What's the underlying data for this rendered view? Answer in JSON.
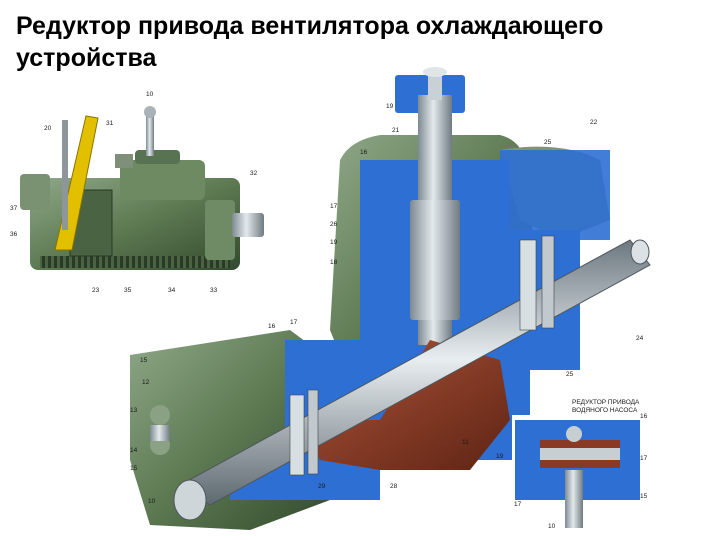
{
  "title": "Редуктор привода вентилятора охлаждающего устройства",
  "inset": {
    "caption_line1": "РЕДУКТОР ПРИВОДА",
    "caption_line2": "ВОДЯНОГО НАСОСА"
  },
  "callouts": {
    "c1": "10",
    "c2": "20",
    "c3": "31",
    "c4": "32",
    "c5": "37",
    "c6": "36",
    "c7": "23",
    "c8": "35",
    "c9": "34",
    "c10": "33",
    "c11": "19",
    "c12": "21",
    "c13": "22",
    "c14": "25",
    "c15": "16",
    "c16": "17",
    "c17": "26",
    "c18": "19",
    "c19": "18",
    "c20": "16",
    "c21": "17",
    "c22": "15",
    "c23": "12",
    "c24": "13",
    "c25": "14",
    "c26": "15",
    "c27": "24",
    "c28": "25",
    "c29": "11",
    "c30": "29",
    "c31": "28",
    "c32": "10",
    "c33": "19",
    "c34": "16",
    "c35": "17",
    "c36": "17",
    "c37": "15",
    "c38": "10"
  },
  "colors": {
    "green": "#5d7a52",
    "blue": "#2e6fd4",
    "steel": "#b9c3c9",
    "red": "#8a3a24",
    "yellow": "#e2c000"
  }
}
